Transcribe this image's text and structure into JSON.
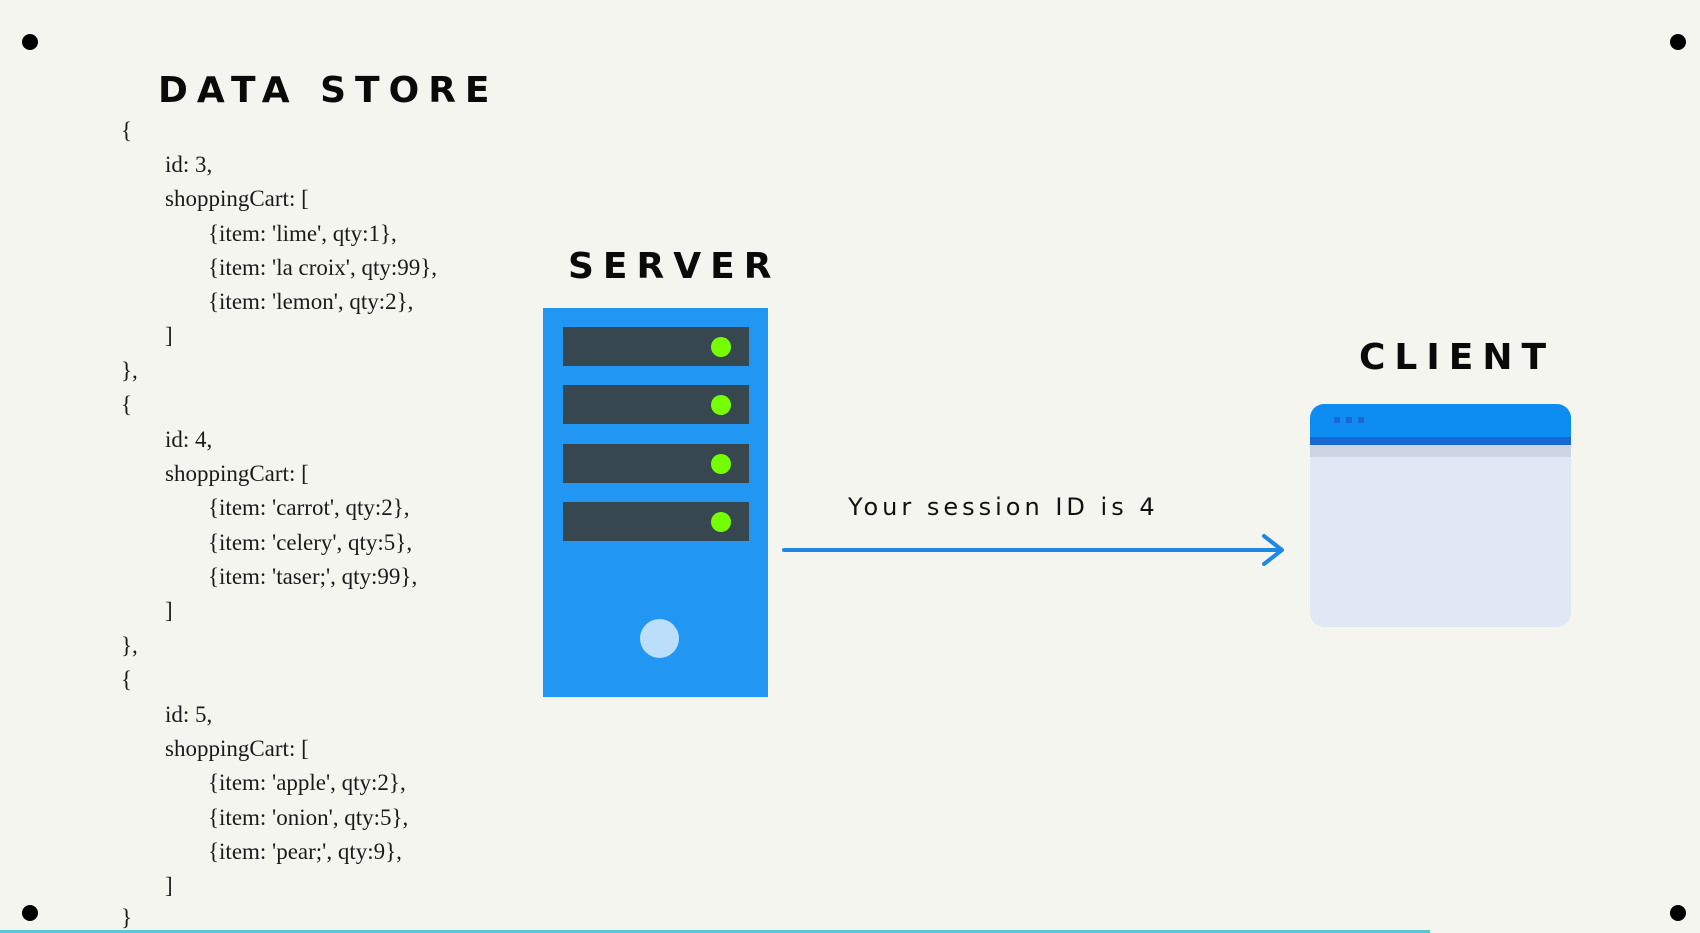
{
  "headings": {
    "data_store": "DATA STORE",
    "server": "SERVER",
    "client": "CLIENT"
  },
  "code_lines": [
    "{",
    "id: 3,",
    "shoppingCart: [",
    "{item: 'lime', qty:1},",
    "{item: 'la croix', qty:99},",
    "{item: 'lemon', qty:2},",
    "]",
    "},",
    "{",
    "id: 4,",
    "shoppingCart: [",
    "{item: 'carrot', qty:2},",
    "{item: 'celery', qty:5},",
    "{item: 'taser;', qty:99},",
    "]",
    "},",
    "{",
    "id: 5,",
    "shoppingCart: [",
    "{item: 'apple', qty:2},",
    "{item: 'onion', qty:5},",
    "{item: 'pear;', qty:9},",
    "]",
    "}"
  ],
  "arrow_label": "Your session ID is 4",
  "colors": {
    "server": "#2196f3",
    "slot": "#37474f",
    "led": "#76ff03",
    "browser_bar": "#0d8df2",
    "browser_body": "#e1e8f5",
    "arrow": "#1e88e5"
  }
}
